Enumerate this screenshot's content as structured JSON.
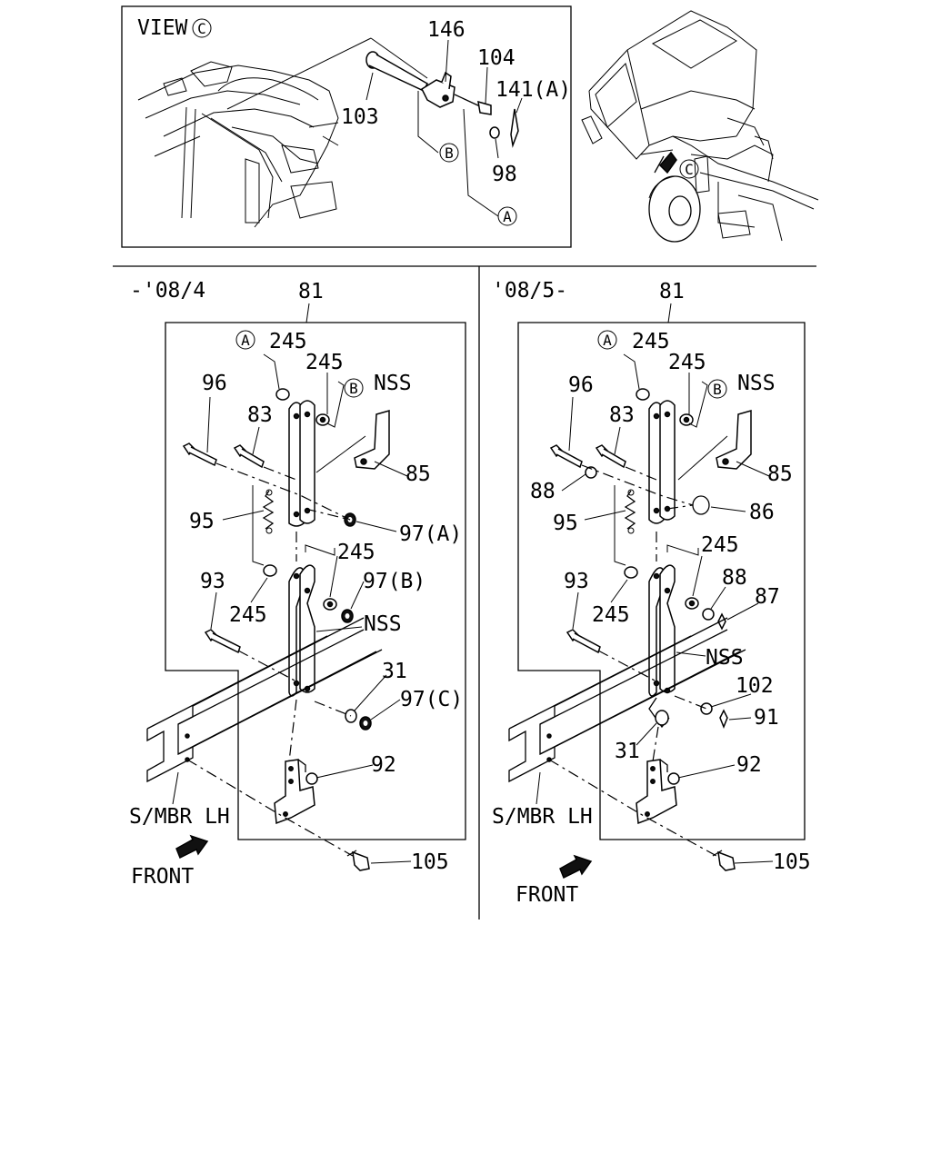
{
  "view_c": {
    "title": "VIEW",
    "view_mark": "C",
    "labels": {
      "p146": "146",
      "p104": "104",
      "p141": "141(A)",
      "p103": "103",
      "p98": "98"
    },
    "markers": {
      "b": "B",
      "a": "A"
    }
  },
  "truck_view": {
    "view_mark": "C"
  },
  "left_panel": {
    "period": "-'08/4",
    "labels": {
      "p81": "81",
      "p245a": "245",
      "p245b": "245",
      "nss1": "NSS",
      "p96": "96",
      "p83": "83",
      "p85": "85",
      "p95": "95",
      "p97a": "97(A)",
      "p245c": "245",
      "p97b": "97(B)",
      "p93": "93",
      "p245d": "245",
      "nss2": "NSS",
      "p31": "31",
      "p97c": "97(C)",
      "p92": "92",
      "p105": "105"
    },
    "markers": {
      "a": "A",
      "b": "B"
    },
    "frame_label": "S/MBR LH",
    "front_label": "FRONT"
  },
  "right_panel": {
    "period": "'08/5-",
    "labels": {
      "p81": "81",
      "p245a": "245",
      "p245b": "245",
      "nss1": "NSS",
      "p96": "96",
      "p83": "83",
      "p85": "85",
      "p88a": "88",
      "p86": "86",
      "p95": "95",
      "p245c": "245",
      "p88b": "88",
      "p87": "87",
      "p93": "93",
      "p245d": "245",
      "nss2": "NSS",
      "p102": "102",
      "p91": "91",
      "p31": "31",
      "p92": "92",
      "p105": "105"
    },
    "markers": {
      "a": "A",
      "b": "B"
    },
    "frame_label": "S/MBR LH",
    "front_label": "FRONT"
  }
}
